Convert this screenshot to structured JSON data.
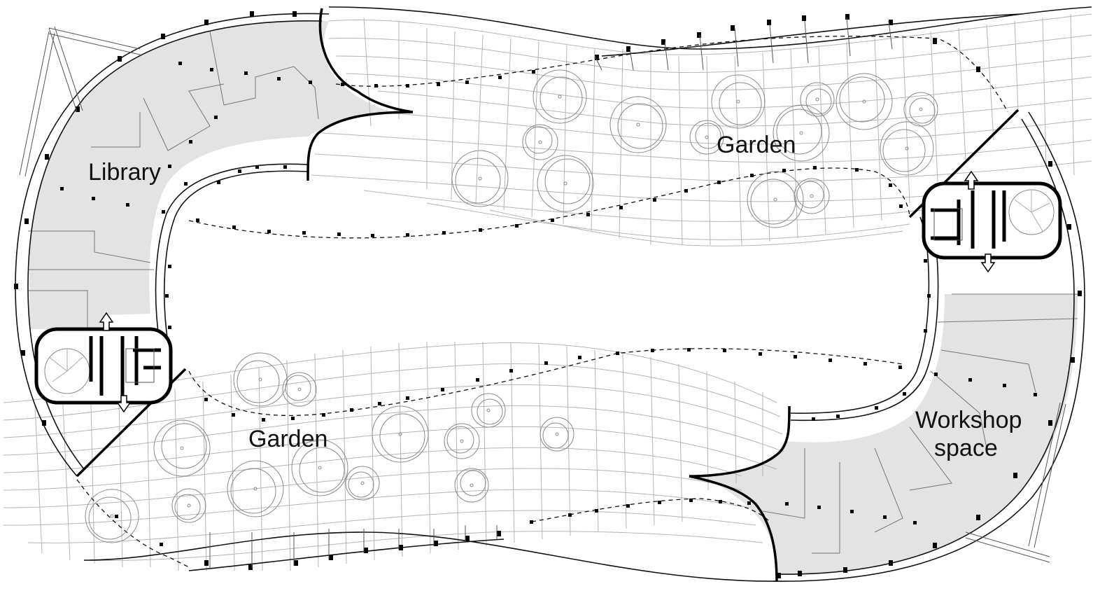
{
  "plan": {
    "labels": {
      "library": "Library",
      "garden_north": "Garden",
      "garden_south": "Garden",
      "workshop_line1": "Workshop",
      "workshop_line2": "space"
    }
  },
  "colors": {
    "background": "#ffffff",
    "interior_fill": "#e3e3e3",
    "line": "#111111",
    "hatch": "#b5b5b5",
    "tree": "#8a8a8a"
  }
}
